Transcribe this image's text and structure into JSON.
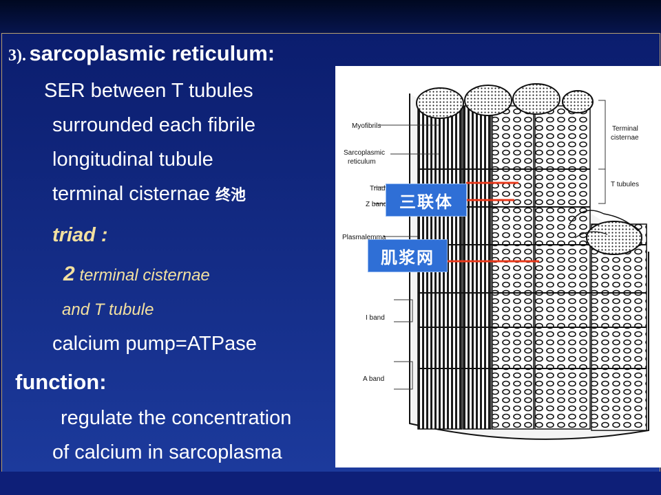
{
  "heading": {
    "number": "3).",
    "title": "sarcoplasmic reticulum:"
  },
  "body": {
    "ser": "SER between T tubules",
    "surrounded": "surrounded each fibrile",
    "longitudinal": "longitudinal tubule",
    "terminal": "terminal cisternae ",
    "terminal_cn": "终池",
    "triad": "triad :",
    "triad_num": "2",
    "triad_line1": " terminal cisternae",
    "triad_line2": "and T tubule",
    "pump": "calcium pump=ATPase",
    "function_label": "function:",
    "regulate": "regulate the concentration",
    "of_calcium": "of calcium in sarcoplasma"
  },
  "diagram": {
    "labels": {
      "myofibrils": "Myofibrils",
      "sr_line1": "Sarcoplasmic",
      "sr_line2": "reticulum",
      "triad": "Triad",
      "zband": "Z band",
      "plasma": "Plasmalemma",
      "iband": "I band",
      "aband": "A band",
      "terminal_line1": "Terminal",
      "terminal_line2": "cisternae",
      "ttubules": "T tubules"
    },
    "callouts": {
      "triad_cn": "三联体",
      "sr_cn": "肌浆网"
    }
  },
  "colors": {
    "background": "#0a1868",
    "text": "#ffffff",
    "italic_text": "#f2e0a0",
    "callout_fill": "#2f6fd6",
    "pointer_line": "#e8381a"
  }
}
